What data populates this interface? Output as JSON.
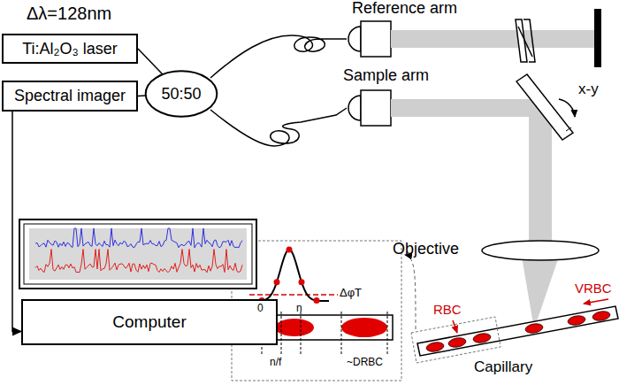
{
  "diagram": {
    "nodes": [
      {
        "text": [
          "Ti:Al₂O₃ laser"
        ]
      },
      {
        "text": [
          "Spectral imager"
        ]
      },
      {
        "text": [
          "50:50"
        ]
      },
      {
        "text": [
          "Computer"
        ]
      }
    ],
    "edges": [
      {
        "from": 0,
        "to": 2,
        "arrow": "none"
      },
      {
        "from": 1,
        "to": 2,
        "arrow": "none"
      },
      {
        "from": 1,
        "to": 3,
        "arrow": "to"
      }
    ],
    "labels": [
      "Δλ=128nm",
      "Reference arm",
      "Sample arm",
      "x-y",
      "Objective",
      "RBC",
      "VRBC",
      "Capillary",
      "ΔφT",
      "0",
      "n",
      "n/f",
      "~DRBC"
    ]
  }
}
